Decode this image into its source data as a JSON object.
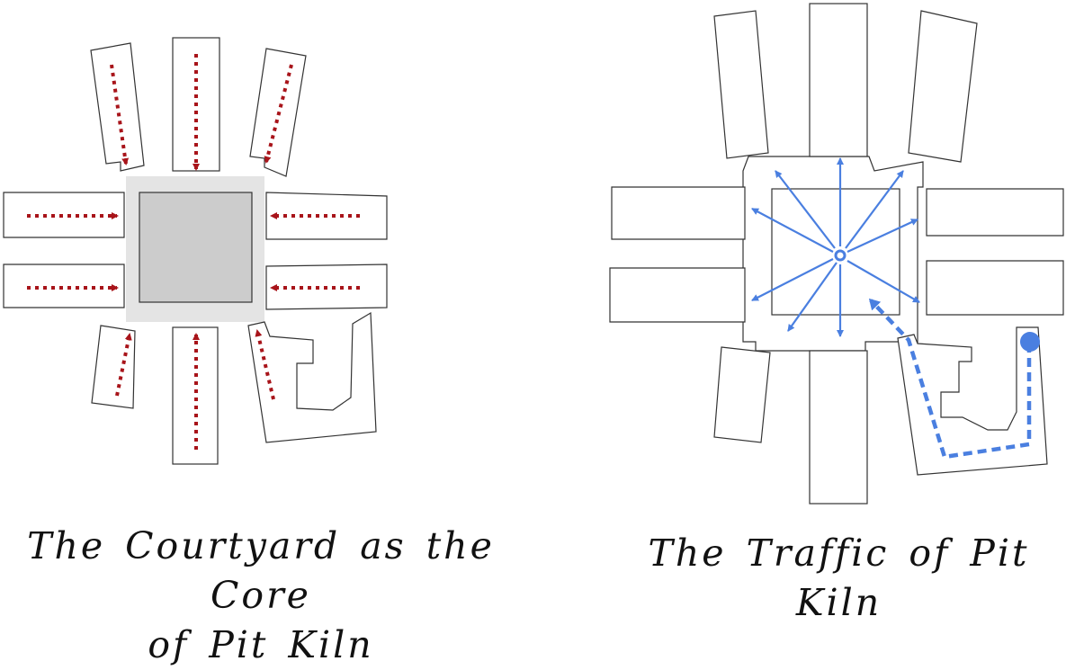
{
  "captions": {
    "left_line1": "The Courtyard as the Core",
    "left_line2": "of Pit Kiln",
    "right": "The Traffic of Pit Kiln"
  },
  "colors": {
    "inward_arrow": "#a8141a",
    "traffic_arrow": "#4a7fe0",
    "courtyard_fill": "#cccccc",
    "courtyard_border": "#e4e4e4",
    "outline": "#333333"
  },
  "icons": {
    "inward_flow": "dotted-arrow-red",
    "radiating_flow": "arrow-blue",
    "entry_path": "dashed-arrow-blue",
    "entry_point": "dot-blue"
  }
}
